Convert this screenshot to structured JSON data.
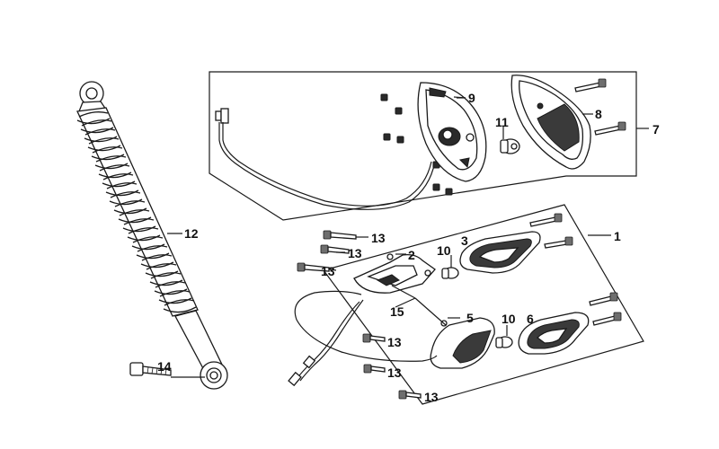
{
  "diagram": {
    "callouts": {
      "c1": "1",
      "c2": "2",
      "c3": "3",
      "c5": "5",
      "c6": "6",
      "c7": "7",
      "c8": "8",
      "c9": "9",
      "c10a": "10",
      "c10b": "10",
      "c11": "11",
      "c12": "12",
      "c13a": "13",
      "c13b": "13",
      "c13c": "13",
      "c13d": "13",
      "c13e": "13",
      "c13f": "13",
      "c14": "14",
      "c15": "15"
    },
    "colors": {
      "line": "#1a1a1a",
      "fill_dark": "#2a2a2a",
      "background": "#ffffff"
    }
  }
}
